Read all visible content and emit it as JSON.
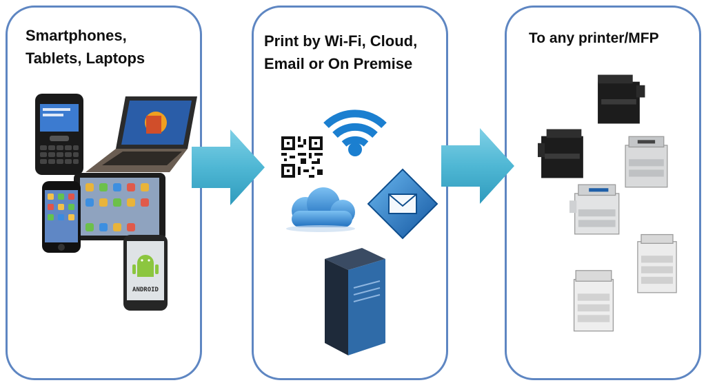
{
  "panels": {
    "devices": {
      "title": "Smartphones,\nTablets, Laptops"
    },
    "methods": {
      "title": "Print by Wi-Fi, Cloud,\nEmail or On Premise"
    },
    "printers": {
      "title": "To any printer/MFP"
    }
  },
  "icons": {
    "devices": [
      "blackberry-phone-icon",
      "laptop-icon",
      "iphone-icon",
      "ipad-tablet-icon",
      "android-phone-icon"
    ],
    "methods": [
      "wifi-icon",
      "qr-code-icon",
      "cloud-icon",
      "email-icon",
      "server-icon"
    ],
    "printers": [
      "mfp-printer-icon"
    ]
  },
  "android_label": "ANDROID",
  "colors": {
    "panel_border": "#5e86c2",
    "arrow_fill": "#4fb7d4",
    "wifi_blue": "#1b7fd0",
    "cloud_blue": "#2a86d4",
    "email_blue": "#1f78c8",
    "server_dark": "#1e2a3a"
  }
}
